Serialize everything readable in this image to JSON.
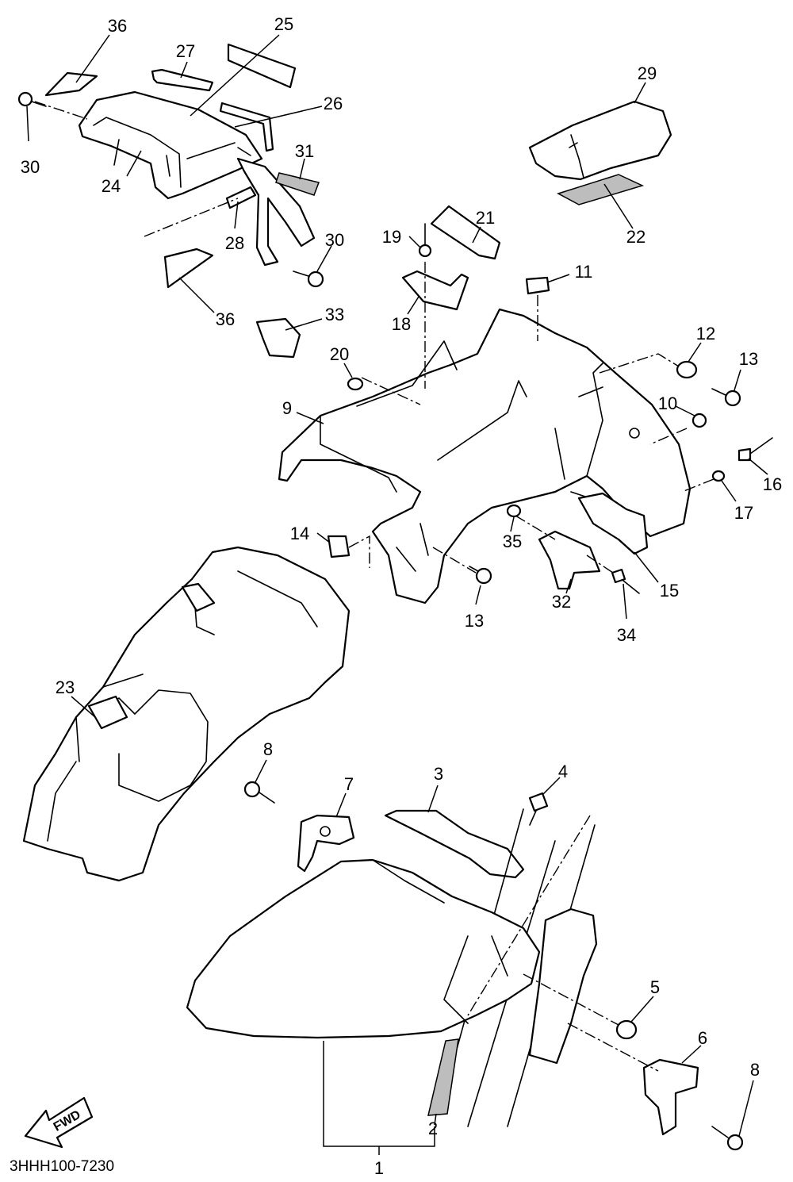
{
  "diagram_code": "3HHH100-7230",
  "fwd_label": "FWD",
  "callouts": [
    "1",
    "2",
    "3",
    "4",
    "5",
    "6",
    "7",
    "8",
    "8",
    "9",
    "10",
    "11",
    "12",
    "13",
    "13",
    "14",
    "15",
    "16",
    "17",
    "18",
    "19",
    "20",
    "21",
    "22",
    "23",
    "24",
    "25",
    "26",
    "27",
    "28",
    "29",
    "30",
    "30",
    "31",
    "32",
    "33",
    "34",
    "35",
    "36",
    "36"
  ]
}
